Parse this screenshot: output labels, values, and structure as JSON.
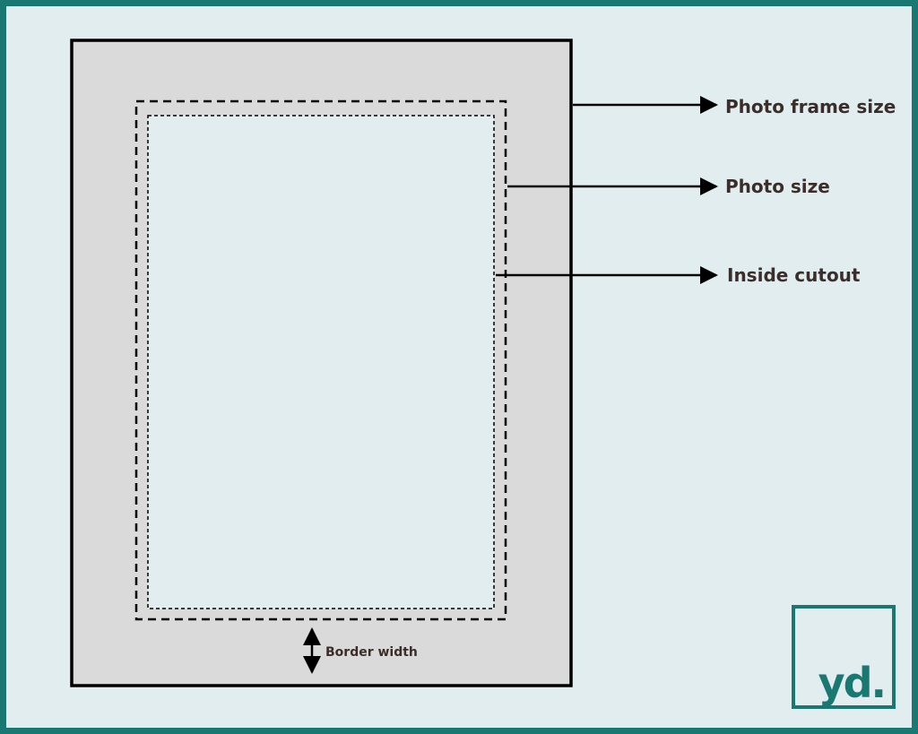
{
  "labels": {
    "photo_frame_size": "Photo frame size",
    "photo_size": "Photo size",
    "inside_cutout": "Inside cutout",
    "border_width": "Border width"
  },
  "logo": {
    "text": "yd."
  },
  "colors": {
    "outer_border": "#1a7872",
    "background": "#e1edee",
    "mat": "#dadada",
    "line": "#000000",
    "label_text": "#3b2e2a",
    "brand": "#1a7872"
  }
}
